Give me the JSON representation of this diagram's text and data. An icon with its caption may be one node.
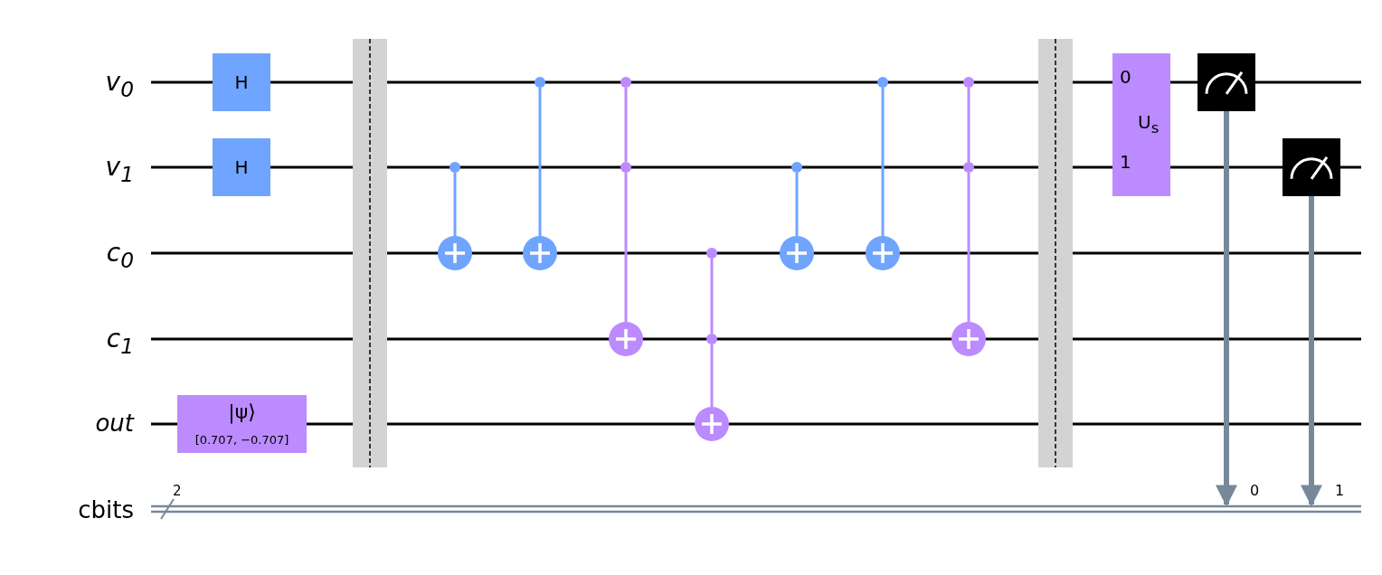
{
  "diagram": {
    "nodes": [
      {
        "text": [
          "H"
        ]
      },
      {
        "text": [
          "H"
        ]
      },
      {
        "text": [
          "|ψ⟩",
          "[0.707, −0.707]"
        ]
      },
      {
        "text": [],
        "shape": "circle"
      },
      {
        "text": [],
        "shape": "circle"
      },
      {
        "text": [],
        "shape": "circle"
      },
      {
        "text": [],
        "shape": "circle"
      },
      {
        "text": [],
        "shape": "circle"
      },
      {
        "text": [],
        "shape": "circle"
      },
      {
        "text": [],
        "shape": "circle"
      },
      {
        "text": [],
        "shape": "circle"
      },
      {
        "text": [],
        "shape": "circle"
      },
      {
        "text": [],
        "shape": "circle"
      },
      {
        "text": [],
        "shape": "circle"
      },
      {
        "text": [],
        "shape": "circle"
      },
      {
        "text": [],
        "shape": "circle"
      },
      {
        "text": [],
        "shape": "circle"
      },
      {
        "text": [],
        "shape": "circle"
      },
      {
        "text": [],
        "shape": "circle"
      },
      {
        "text": [],
        "shape": "circle"
      },
      {
        "text": [
          "0",
          "U$_{s}$",
          "1"
        ]
      },
      {
        "text": [],
        "shape": "box"
      },
      {
        "text": [],
        "shape": "box"
      },
      {
        "text": [],
        "shape": "bar"
      }
    ],
    "edges": [
      {
        "from": 3,
        "to": 4,
        "arrow": "none",
        "color": "#6fa4ff"
      },
      {
        "from": 5,
        "to": 6,
        "arrow": "none",
        "color": "#6fa4ff"
      },
      {
        "from": 7,
        "to": 8,
        "arrow": "none"
      },
      {
        "from": 8,
        "to": 9,
        "arrow": "none"
      },
      {
        "from": 10,
        "to": 11,
        "arrow": "none"
      },
      {
        "from": 11,
        "to": 12,
        "arrow": "none"
      },
      {
        "from": 13,
        "to": 14,
        "arrow": "none",
        "color": "#6fa4ff"
      },
      {
        "from": 15,
        "to": 16,
        "arrow": "none",
        "color": "#6fa4ff"
      },
      {
        "from": 17,
        "to": 18,
        "arrow": "none"
      },
      {
        "from": 18,
        "to": 19,
        "arrow": "none"
      },
      {
        "from": 21,
        "to": 23,
        "arrow": "to",
        "style": "thick",
        "color": "#778899"
      },
      {
        "from": 22,
        "to": 23,
        "arrow": "to",
        "style": "thick",
        "color": "#778899"
      }
    ],
    "labels": [
      "v$_{0}$",
      "v$_{1}$",
      "c$_{0}$",
      "c$_{1}$",
      "out",
      "cbits",
      "2",
      "0",
      "1"
    ]
  }
}
